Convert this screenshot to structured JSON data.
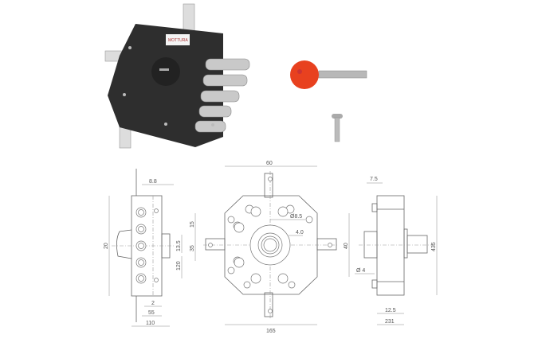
{
  "colors": {
    "lock_body": "#2e2e2e",
    "bolts": "#c9c9c9",
    "key_head": "#e8411f",
    "key_blade": "#b8b8b8",
    "drawing_lines": "#666666"
  },
  "photo": {
    "brand_label": "MOTTURA"
  },
  "front_view": {
    "dims": {
      "bolt_offset": "8.8",
      "height": "20",
      "top_spacing": "15",
      "pitch": "13.5",
      "span": "35",
      "lower": "120",
      "backset_small": "2",
      "backset": "55",
      "width": "110"
    }
  },
  "center_view": {
    "dims": {
      "top_width": "60",
      "cylinder_dia": "Ø8.5",
      "offset": "4.0",
      "bottom_width": "165"
    }
  },
  "side_view": {
    "dims": {
      "top_offset": "7.5",
      "height": "40",
      "pin_dia": "Ø 4",
      "overall_height": "435",
      "depth": "12.5",
      "total_depth": "231"
    }
  }
}
